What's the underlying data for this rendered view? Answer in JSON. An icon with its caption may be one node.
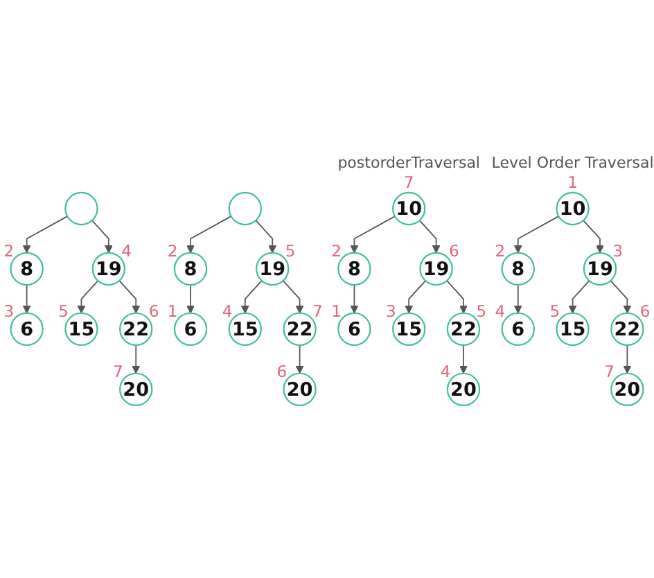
{
  "diagram": {
    "nodes": [
      {
        "text": [],
        "shape": "circle"
      },
      {
        "text": [
          "8"
        ],
        "beside": [
          "2"
        ]
      },
      {
        "text": [
          "19"
        ],
        "beside": [
          "4"
        ]
      },
      {
        "text": [
          "6"
        ],
        "beside": [
          "3"
        ]
      },
      {
        "text": [
          "15"
        ],
        "beside": [
          "5"
        ]
      },
      {
        "text": [
          "22"
        ],
        "beside": [
          "6"
        ]
      },
      {
        "text": [
          "20"
        ],
        "beside": [
          "7"
        ]
      },
      {
        "text": [],
        "shape": "circle"
      },
      {
        "text": [
          "8"
        ],
        "beside": [
          "2"
        ]
      },
      {
        "text": [
          "19"
        ],
        "beside": [
          "5"
        ]
      },
      {
        "text": [
          "6"
        ],
        "beside": [
          "1"
        ]
      },
      {
        "text": [
          "15"
        ],
        "beside": [
          "4"
        ]
      },
      {
        "text": [
          "22"
        ],
        "beside": [
          "7"
        ]
      },
      {
        "text": [
          "20"
        ],
        "beside": [
          "6"
        ]
      },
      {
        "text": [
          "10"
        ],
        "beside": [
          "7"
        ]
      },
      {
        "text": [
          "8"
        ],
        "beside": [
          "2"
        ]
      },
      {
        "text": [
          "19"
        ],
        "beside": [
          "6"
        ]
      },
      {
        "text": [
          "6"
        ],
        "beside": [
          "1"
        ]
      },
      {
        "text": [
          "15"
        ],
        "beside": [
          "3"
        ]
      },
      {
        "text": [
          "22"
        ],
        "beside": [
          "5"
        ]
      },
      {
        "text": [
          "20"
        ],
        "beside": [
          "4"
        ]
      },
      {
        "text": [
          "10"
        ],
        "beside": [
          "1"
        ]
      },
      {
        "text": [
          "8"
        ],
        "beside": [
          "2"
        ]
      },
      {
        "text": [
          "19"
        ],
        "beside": [
          "3"
        ]
      },
      {
        "text": [
          "6"
        ],
        "beside": [
          "4"
        ]
      },
      {
        "text": [
          "15"
        ],
        "beside": [
          "5"
        ]
      },
      {
        "text": [
          "22"
        ],
        "beside": [
          "6"
        ]
      },
      {
        "text": [
          "20"
        ],
        "beside": [
          "7"
        ]
      }
    ],
    "edges": [
      {
        "from": 0,
        "to": 1,
        "arrow": "to"
      },
      {
        "from": 0,
        "to": 2,
        "arrow": "to"
      },
      {
        "from": 1,
        "to": 3,
        "arrow": "to"
      },
      {
        "from": 2,
        "to": 4,
        "arrow": "to"
      },
      {
        "from": 2,
        "to": 5,
        "arrow": "to"
      },
      {
        "from": 5,
        "to": 6,
        "arrow": "to"
      },
      {
        "from": 7,
        "to": 8,
        "arrow": "to"
      },
      {
        "from": 7,
        "to": 9,
        "arrow": "to"
      },
      {
        "from": 8,
        "to": 10,
        "arrow": "to"
      },
      {
        "from": 9,
        "to": 11,
        "arrow": "to"
      },
      {
        "from": 9,
        "to": 12,
        "arrow": "to"
      },
      {
        "from": 12,
        "to": 13,
        "arrow": "to"
      },
      {
        "from": 14,
        "to": 15,
        "arrow": "to"
      },
      {
        "from": 14,
        "to": 16,
        "arrow": "to"
      },
      {
        "from": 15,
        "to": 17,
        "arrow": "to"
      },
      {
        "from": 16,
        "to": 18,
        "arrow": "to"
      },
      {
        "from": 16,
        "to": 19,
        "arrow": "to"
      },
      {
        "from": 19,
        "to": 20,
        "arrow": "to"
      },
      {
        "from": 21,
        "to": 22,
        "arrow": "to"
      },
      {
        "from": 21,
        "to": 23,
        "arrow": "to"
      },
      {
        "from": 22,
        "to": 24,
        "arrow": "to"
      },
      {
        "from": 23,
        "to": 25,
        "arrow": "to"
      },
      {
        "from": 23,
        "to": 26,
        "arrow": "to"
      },
      {
        "from": 26,
        "to": 27,
        "arrow": "to"
      }
    ],
    "labels": [
      "postorderTraversal",
      "Level Order Traversal"
    ]
  }
}
